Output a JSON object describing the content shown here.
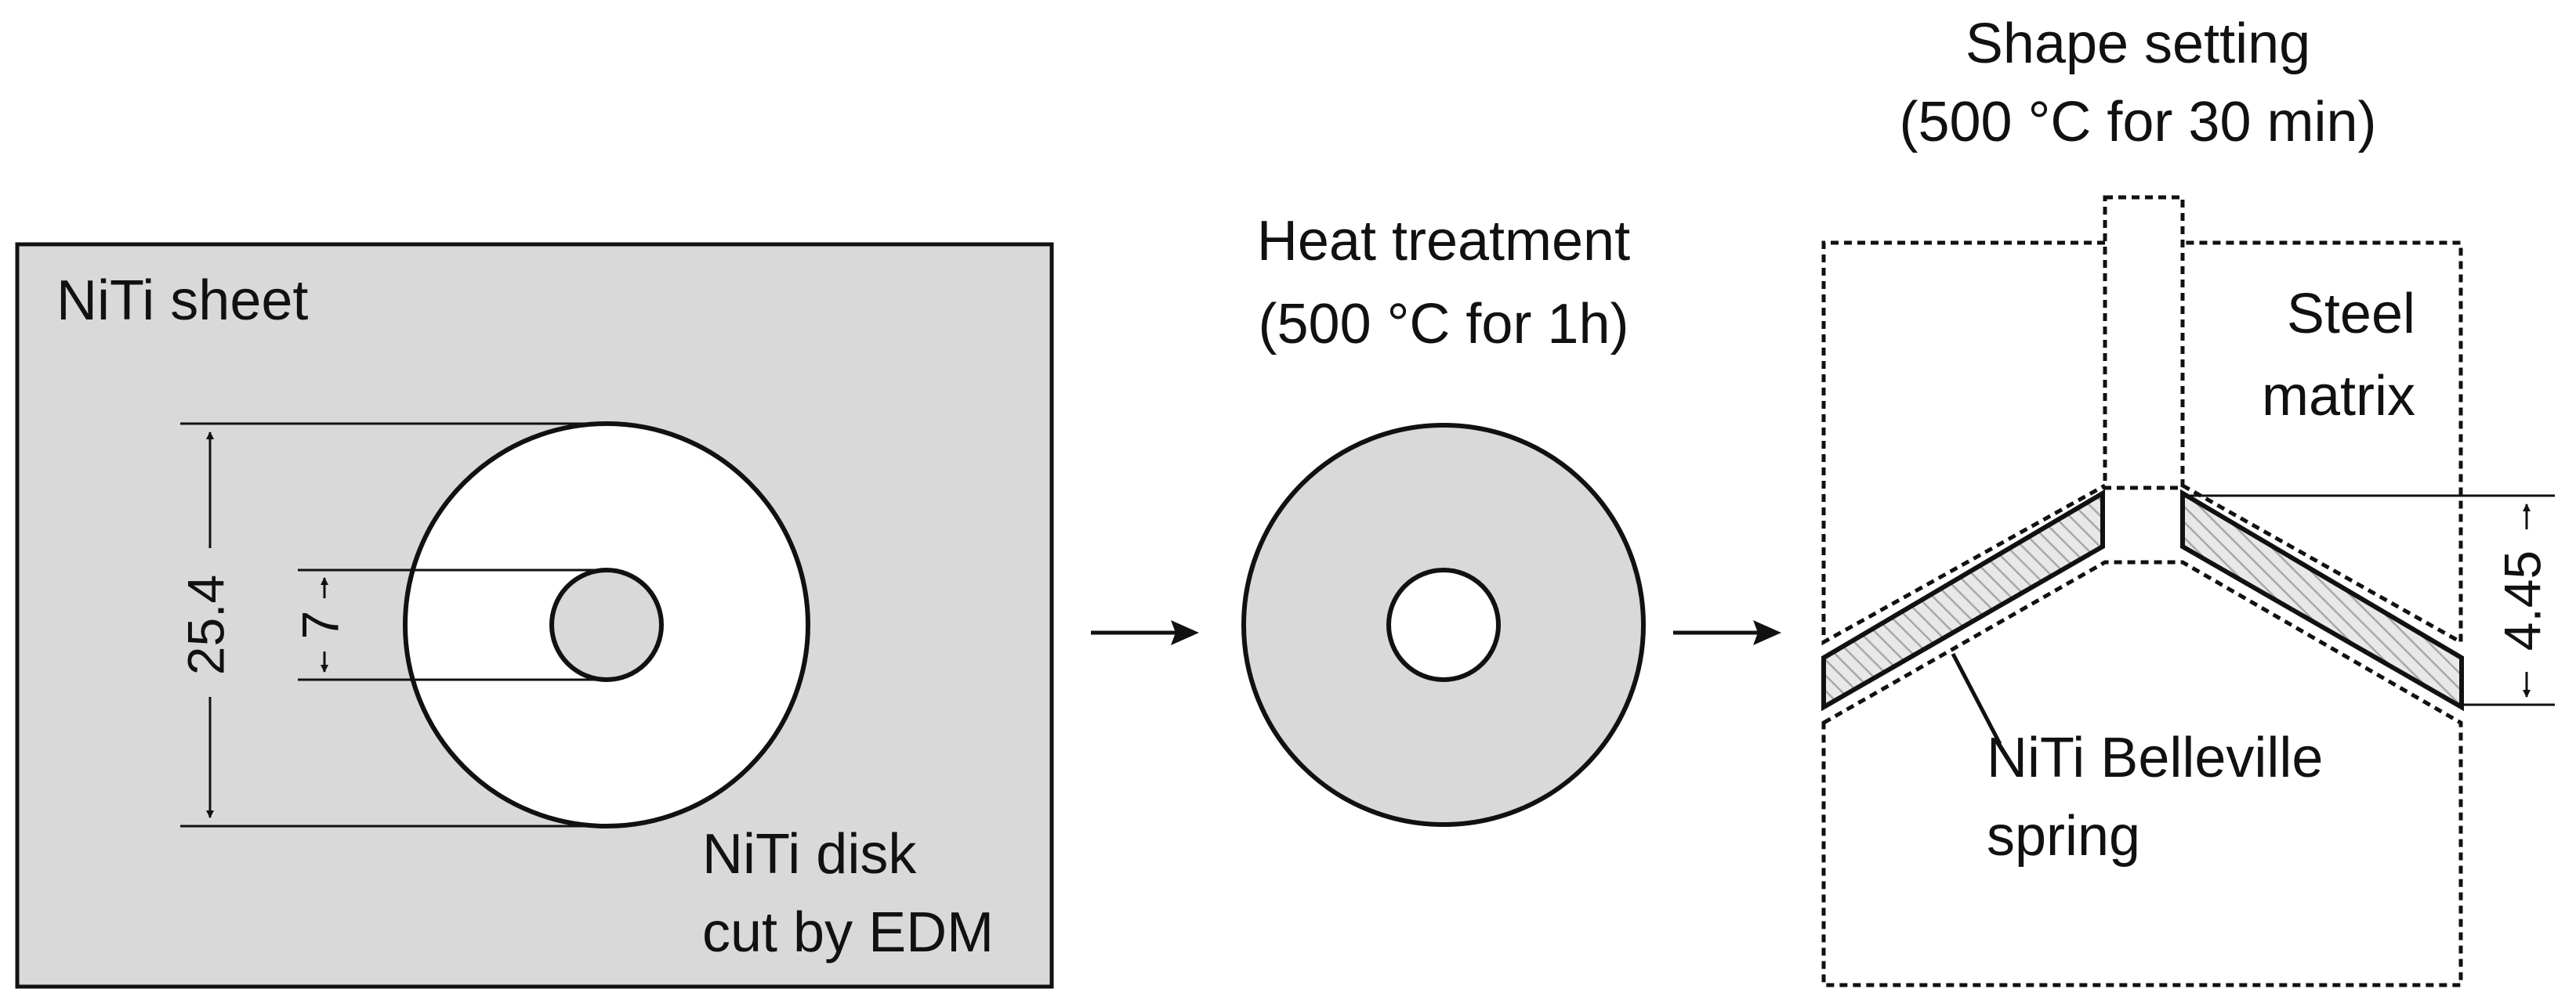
{
  "panel1": {
    "sheet_label": "NiTi sheet",
    "disk_label_line1": "NiTi disk",
    "disk_label_line2": "cut by EDM",
    "outer_dim": "25.4",
    "inner_dim": "7"
  },
  "panel2": {
    "title_line1": "Heat treatment",
    "title_line2": "(500 °C for 1h)"
  },
  "panel3": {
    "title_line1": "Shape setting",
    "title_line2": "(500 °C for 30 min)",
    "matrix_line1": "Steel",
    "matrix_line2": "matrix",
    "spring_line1": "NiTi Belleville",
    "spring_line2": "spring",
    "height_dim": "4.45"
  },
  "colors": {
    "sheet_fill": "#d9d9d9",
    "disk_fill": "#ffffff",
    "hatch": "#bdbdbd",
    "stroke": "#111111"
  }
}
